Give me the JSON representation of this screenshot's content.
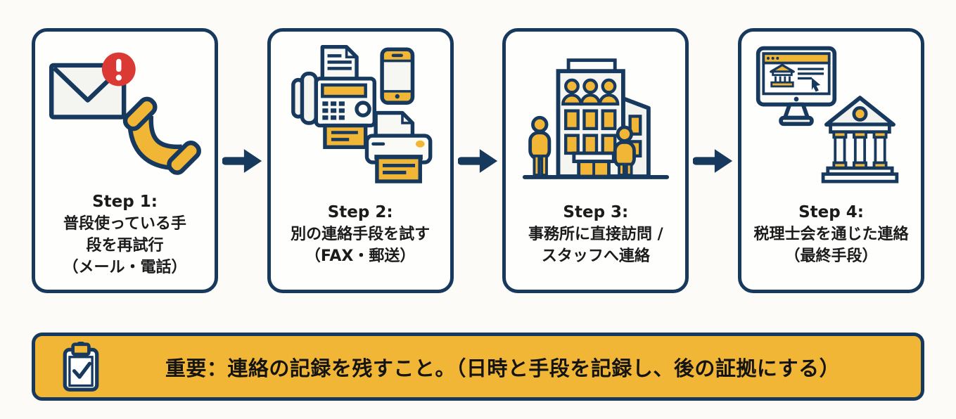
{
  "colors": {
    "navy": "#17395E",
    "yellow": "#F2B636",
    "red": "#DA3A33",
    "text": "#1B1B1B",
    "card_background": "#FEFEFD",
    "page_background": "#FCFBF7"
  },
  "steps": [
    {
      "title": "Step 1:",
      "description": "普段使っている手\n段を再試行\n（メール・電話）",
      "icons": [
        "email-alert-icon",
        "phone-handset-icon"
      ]
    },
    {
      "title": "Step 2:",
      "description": "別の連絡手段を試す\n（FAX・郵送）",
      "icons": [
        "fax-icon",
        "smartphone-icon",
        "printer-icon"
      ]
    },
    {
      "title": "Step 3:",
      "description": "事務所に直接訪問 /\nスタッフへ連絡",
      "icons": [
        "office-building-icon",
        "person-icon"
      ]
    },
    {
      "title": "Step 4:",
      "description": "税理士会を通じた連絡\n（最終手段）",
      "icons": [
        "website-monitor-icon",
        "bank-building-icon"
      ]
    }
  ],
  "note": {
    "icon": "clipboard-check-icon",
    "text": "重要：連絡の記録を残すこと。（日時と手段を記録し、後の証拠にする）"
  }
}
